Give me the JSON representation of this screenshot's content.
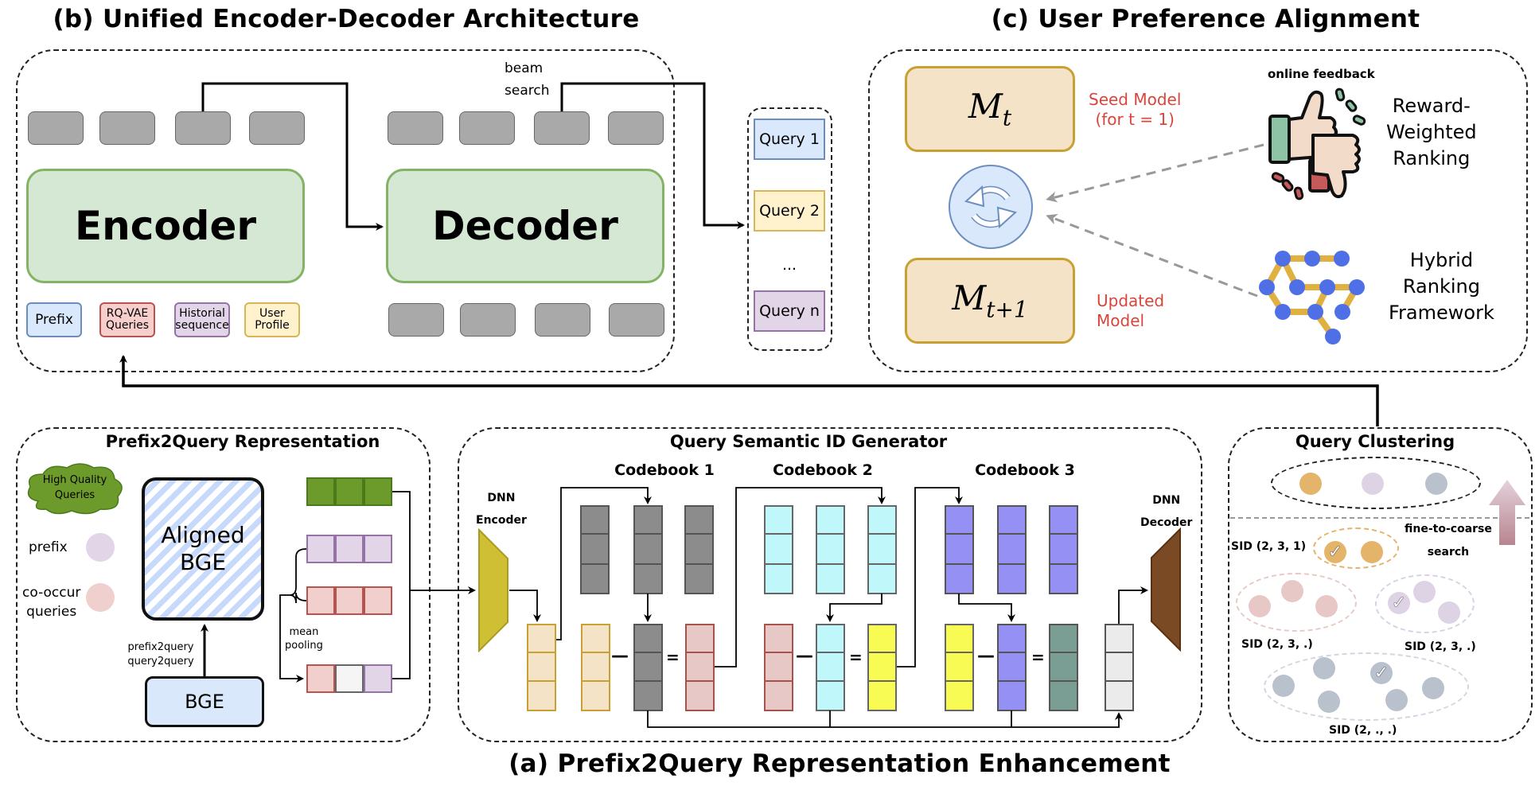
{
  "titles": {
    "b": "(b) Unified Encoder-Decoder Architecture",
    "c": "(c) User Preference Alignment",
    "a": "(a) Prefix2Query Representation Enhancement"
  },
  "section_b": {
    "encoder_label": "Encoder",
    "decoder_label": "Decoder",
    "beam_search_label": [
      "beam",
      "search"
    ],
    "input_chips": [
      {
        "label": "Prefix",
        "fill": "#dae8fc",
        "stroke": "#6c8ebf"
      },
      {
        "label": "RQ-VAE Queries",
        "fill": "#f8cecc",
        "stroke": "#b85450"
      },
      {
        "label": "Historial sequence",
        "fill": "#e1d5e7",
        "stroke": "#9673a6"
      },
      {
        "label": "User Profile",
        "fill": "#fff2cc",
        "stroke": "#d6b656"
      }
    ],
    "queries": [
      {
        "label": "Query 1",
        "fill": "#dae8fc",
        "stroke": "#6c8ebf"
      },
      {
        "label": "Query 2",
        "fill": "#fff2cc",
        "stroke": "#d6b656"
      },
      {
        "label": "...",
        "fill": "",
        "stroke": ""
      },
      {
        "label": "Query n",
        "fill": "#e1d5e7",
        "stroke": "#9673a6"
      }
    ]
  },
  "section_c": {
    "model_t": "M",
    "model_t_sub": "t",
    "model_t1": "M",
    "model_t1_sub": "t+1",
    "seed_note": [
      "Seed Model",
      "(for t = 1)"
    ],
    "updated_note": [
      "Updated",
      "Model"
    ],
    "online_feedback": "online feedback",
    "reward_label": [
      "Reward-",
      "Weighted",
      "Ranking"
    ],
    "hybrid_label": [
      "Hybrid",
      "Ranking",
      "Framework"
    ],
    "cycle_icon": "refresh-cycle-icon",
    "feedback_icon": "thumbs-up-down-icon",
    "graph_icon": "network-graph-icon"
  },
  "prefix2query": {
    "title": "Prefix2Query Representation",
    "cloud": [
      "High Quality",
      "Queries"
    ],
    "legend_prefix": "prefix",
    "legend_cooccur": [
      "co-occur",
      "queries"
    ],
    "aligned_bge": [
      "Aligned",
      "BGE"
    ],
    "bge": "BGE",
    "training_tasks": [
      "prefix2query",
      "query2query"
    ],
    "mean_pooling": [
      "mean",
      "pooling"
    ]
  },
  "qsid": {
    "title": "Query Semantic ID Generator",
    "dnn_encoder": [
      "DNN",
      "Encoder"
    ],
    "dnn_decoder": [
      "DNN",
      "Decoder"
    ],
    "codebooks": [
      "Codebook 1",
      "Codebook 2",
      "Codebook 3"
    ],
    "minus": "—",
    "equals": "="
  },
  "clustering": {
    "title": "Query Clustering",
    "fine_to_coarse": [
      "fine-to-coarse",
      "search"
    ],
    "sid_labels": [
      "SID (2, 3, 1)",
      "SID (2, 3, .)",
      "SID (2, 3, .)",
      "SID (2, ., .)"
    ],
    "check": "✓"
  },
  "colors": {
    "green_block_fill": "#d5e8d4",
    "green_block_stroke": "#82b366",
    "model_fill": "#f5e3c7",
    "model_stroke": "#c9a032",
    "note_red": "#d9453b",
    "token_gray": "#a9a9a9",
    "cb1": "#8c8c8c",
    "cb2": "#c0f7fb",
    "cb3": "#9590f3",
    "beige": "#f5e3c7",
    "pink": "#e8c8c6",
    "yellow": "#f7fb53",
    "teal": "#7a9e94",
    "light_gray": "#ebebeb",
    "encoder_trap": "#cfbf34",
    "decoder_trap": "#7a4a24"
  }
}
